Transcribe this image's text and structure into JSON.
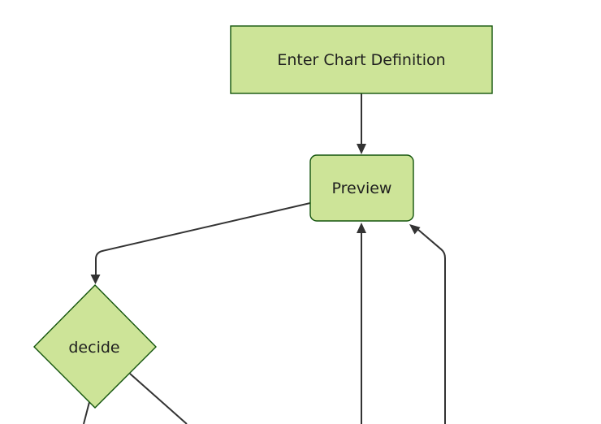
{
  "diagram": {
    "type": "flowchart",
    "direction": "top-down",
    "theme": "forest",
    "background": "#ffffff",
    "colors": {
      "node_fill": "#cde498",
      "node_border": "#13540c",
      "edge_line": "#333333",
      "arrowhead": "#333333",
      "label_text": "#1f1f1f"
    },
    "nodes": [
      {
        "id": "enter-chart-definition",
        "label": "Enter Chart Definition",
        "shape": "rectangle"
      },
      {
        "id": "preview",
        "label": "Preview",
        "shape": "rounded-rectangle"
      },
      {
        "id": "decide",
        "label": "decide",
        "shape": "diamond"
      }
    ],
    "edges": [
      {
        "from": "enter-chart-definition",
        "to": "preview",
        "arrowhead_visible": true
      },
      {
        "from": "preview",
        "to": "decide",
        "arrowhead_visible": true
      },
      {
        "from": "offscreen-bottom",
        "to": "preview",
        "arrowhead_visible": true
      },
      {
        "from": "offscreen-bottom-right",
        "to": "preview",
        "arrowhead_visible": true
      },
      {
        "from": "decide",
        "to": "offscreen-bottom-left",
        "arrowhead_visible": false
      },
      {
        "from": "decide",
        "to": "offscreen-bottom-right",
        "arrowhead_visible": false
      }
    ]
  }
}
